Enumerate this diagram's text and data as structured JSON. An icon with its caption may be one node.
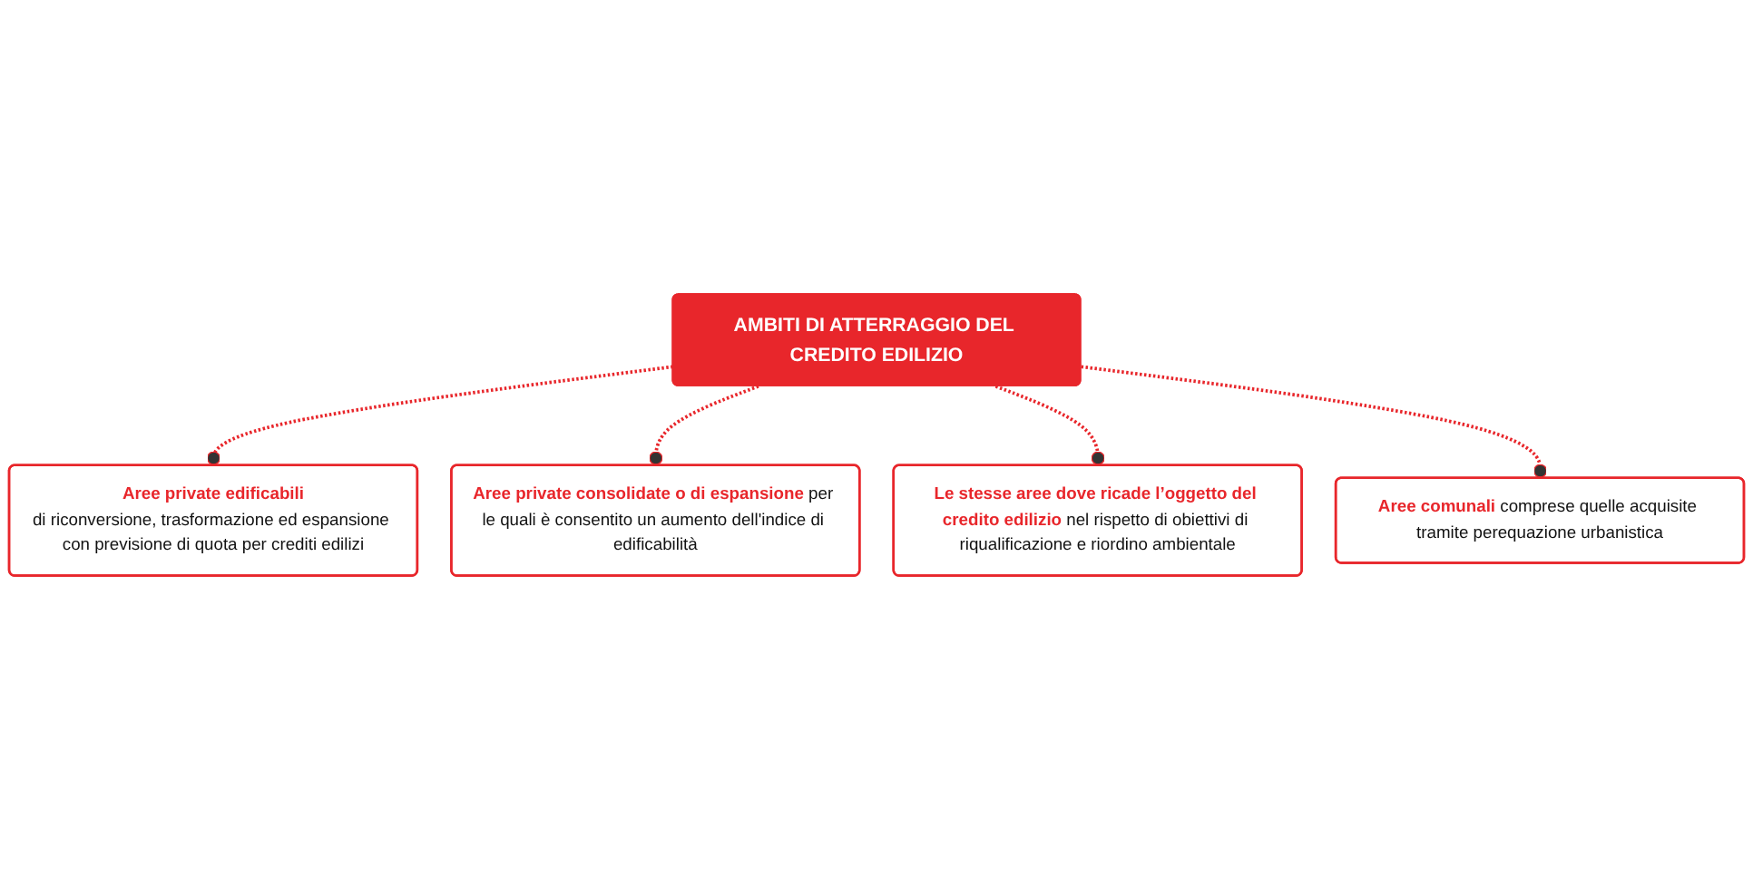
{
  "diagram": {
    "nodes": [
      {
        "text": [
          "AMBITI DI ATTERRAGGIO DEL CREDITO EDILIZIO"
        ]
      },
      {
        "text": [
          "Aree private edificabili",
          "di riconversione, trasformazione ed espansione con previsione di quota per crediti edilizi"
        ]
      },
      {
        "text": [
          "**Aree comunali** comprese quelle acquisite tramite perequazione urbanistica"
        ]
      },
      {
        "text": [
          "**Aree private consolidate o di espansione** per le quali è consentito un aumento dell'indice di edificabilità"
        ]
      },
      {
        "text": [
          "**Le stesse aree dove ricade l’oggetto del credito edilizio** nel rispetto di obiettivi di riqualificazione e riordino ambientale"
        ]
      }
    ],
    "edges": [
      {
        "from": 0,
        "to": 1,
        "arrow": "other",
        "style": "dashed"
      },
      {
        "from": 0,
        "to": 3,
        "arrow": "other",
        "style": "dashed"
      },
      {
        "from": 0,
        "to": 4,
        "arrow": "other",
        "style": "dashed"
      },
      {
        "from": 0,
        "to": 2,
        "arrow": "other",
        "style": "dashed"
      }
    ]
  }
}
